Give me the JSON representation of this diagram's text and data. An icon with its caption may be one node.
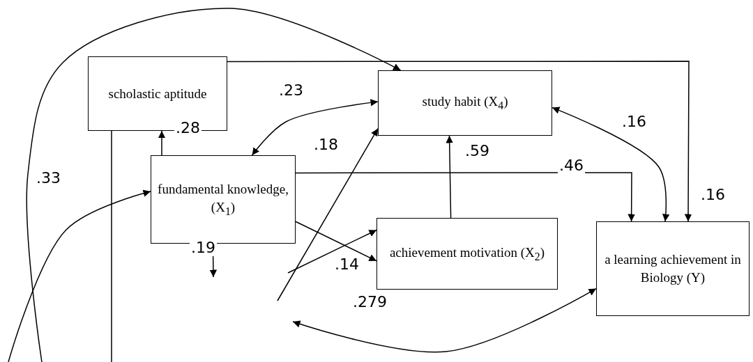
{
  "diagram": {
    "nodes": [
      {
        "text": [
          "scholastic aptitude"
        ]
      },
      {
        "text": [
          "study habit (X$_{4}$)"
        ]
      },
      {
        "text": [
          "fundamental knowledge, (X$_{1}$)"
        ]
      },
      {
        "text": [
          "achievement motivation (X$_{2}$)"
        ]
      },
      {
        "text": [
          "a learning achievement in Biology (Y)"
        ]
      }
    ],
    "edges": [
      {
        "from": 0,
        "to": 4,
        "arrow": "to",
        "label": ".16"
      },
      {
        "from": 2,
        "to": 0,
        "arrow": "to",
        "label": ".28"
      },
      {
        "from": 2,
        "to": 1,
        "arrow": "both",
        "label": ".23"
      },
      {
        "from": 2,
        "to": 4,
        "arrow": "to",
        "label": ".46"
      },
      {
        "from": 3,
        "to": 1,
        "arrow": "to",
        "label": ".59"
      },
      {
        "from": 1,
        "to": 4,
        "arrow": "both",
        "label": ".16"
      },
      {
        "from": 2,
        "to": 3,
        "arrow": "to"
      },
      {
        "from": null,
        "to": 1,
        "arrow": "to",
        "label": ".18"
      },
      {
        "from": null,
        "to": 3,
        "arrow": "to",
        "label": ".14"
      },
      {
        "from": null,
        "to": 4,
        "arrow": "both",
        "label": ".279"
      },
      {
        "from": null,
        "to": 2,
        "arrow": "to"
      },
      {
        "from": null,
        "to": 1,
        "arrow": "to",
        "label": ".33"
      },
      {
        "from": 2,
        "to": null,
        "arrow": "to",
        "label": ".19"
      },
      {
        "from": 0,
        "to": null,
        "arrow": "none"
      }
    ]
  }
}
